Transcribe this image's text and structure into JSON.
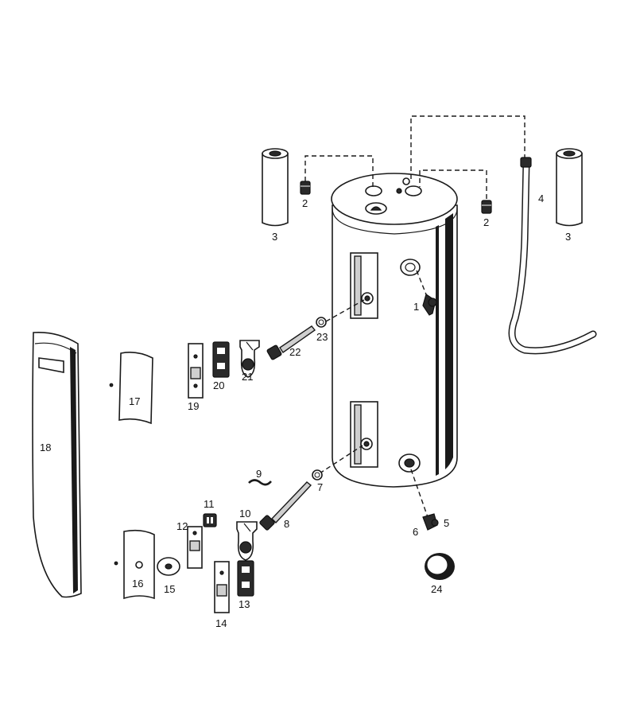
{
  "callouts": {
    "p1": "1",
    "p2a": "2",
    "p2b": "2",
    "p3a": "3",
    "p3b": "3",
    "p4": "4",
    "p5": "5",
    "p6": "6",
    "p7": "7",
    "p8": "8",
    "p9": "9",
    "p10": "10",
    "p11": "11",
    "p12": "12",
    "p13": "13",
    "p14": "14",
    "p15": "15",
    "p16": "16",
    "p17": "17",
    "p18": "18",
    "p19": "19",
    "p20": "20",
    "p21": "21",
    "p22": "22",
    "p23": "23",
    "p24": "24"
  }
}
